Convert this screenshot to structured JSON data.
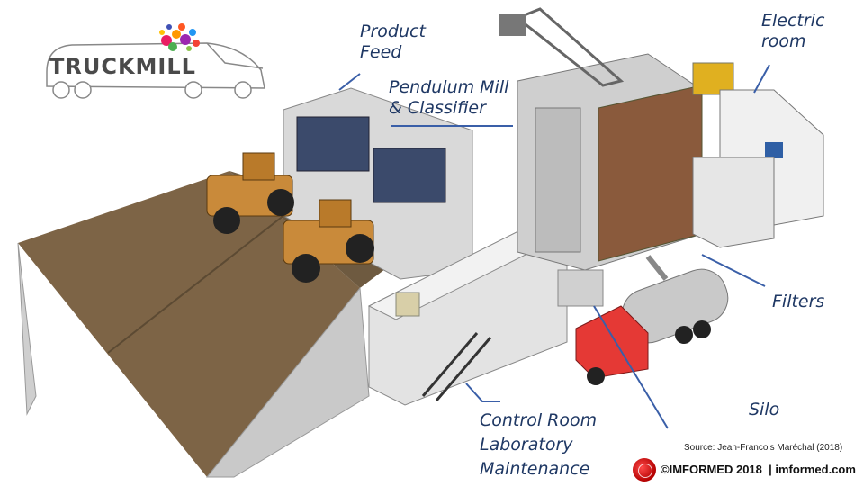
{
  "logo": {
    "text": "TRUCKMILL",
    "dot_colors": [
      "#e91e63",
      "#ff9800",
      "#9c27b0",
      "#4caf50",
      "#2196f3",
      "#ff5722",
      "#ffc107",
      "#f44336",
      "#3f51b5",
      "#8bc34a"
    ]
  },
  "labels": {
    "product_feed": "Product\nFeed",
    "pendulum_mill": "Pendulum Mill\n& Classifier",
    "electric_room": "Electric\nroom",
    "filters": "Filters",
    "silo": "Silo",
    "control_room": "Control Room\nLaboratory\nMaintenance"
  },
  "source": "Source: Jean-Francois Maréchal (2018)",
  "footer": "©IMFORMED 2018  | imformed.com",
  "colors": {
    "label_text": "#1f3864",
    "leader_line": "#3a5fa8",
    "ramp": "#8a6f4e",
    "truck_cab": "#e53935",
    "loader": "#c98a3a"
  }
}
